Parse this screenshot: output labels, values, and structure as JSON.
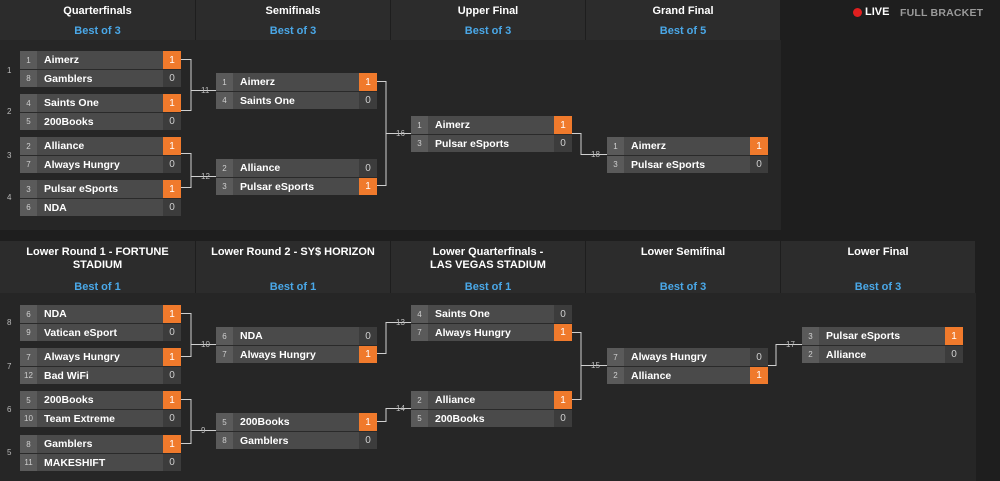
{
  "header_controls": {
    "live_label": "LIVE",
    "full_bracket_label": "FULL BRACKET"
  },
  "upper_rounds": [
    {
      "title": "Quarterfinals",
      "best_of": "Best of 3"
    },
    {
      "title": "Semifinals",
      "best_of": "Best of 3"
    },
    {
      "title": "Upper Final",
      "best_of": "Best of 3"
    },
    {
      "title": "Grand Final",
      "best_of": "Best of 5"
    }
  ],
  "lower_rounds": [
    {
      "title": "Lower Round 1 - FORTUNE STADIUM",
      "best_of": "Best of 1"
    },
    {
      "title": "Lower Round 2 - SY$ HORIZON",
      "best_of": "Best of 1"
    },
    {
      "title": "Lower Quarterfinals - LAS VEGAS STADIUM",
      "best_of": "Best of 1"
    },
    {
      "title": "Lower Semifinal",
      "best_of": "Best of 3"
    },
    {
      "title": "Lower Final",
      "best_of": "Best of 3"
    }
  ],
  "matches": [
    {
      "id": "1",
      "teams": [
        {
          "seed": "1",
          "name": "Aimerz",
          "score": "1",
          "win": true
        },
        {
          "seed": "8",
          "name": "Gamblers",
          "score": "0",
          "win": false
        }
      ]
    },
    {
      "id": "2",
      "teams": [
        {
          "seed": "4",
          "name": "Saints One",
          "score": "1",
          "win": true
        },
        {
          "seed": "5",
          "name": "200Books",
          "score": "0",
          "win": false
        }
      ]
    },
    {
      "id": "3",
      "teams": [
        {
          "seed": "2",
          "name": "Alliance",
          "score": "1",
          "win": true
        },
        {
          "seed": "7",
          "name": "Always Hungry",
          "score": "0",
          "win": false
        }
      ]
    },
    {
      "id": "4",
      "teams": [
        {
          "seed": "3",
          "name": "Pulsar eSports",
          "score": "1",
          "win": true
        },
        {
          "seed": "6",
          "name": "NDA",
          "score": "0",
          "win": false
        }
      ]
    },
    {
      "id": "11",
      "teams": [
        {
          "seed": "1",
          "name": "Aimerz",
          "score": "1",
          "win": true
        },
        {
          "seed": "4",
          "name": "Saints One",
          "score": "0",
          "win": false
        }
      ]
    },
    {
      "id": "12",
      "teams": [
        {
          "seed": "2",
          "name": "Alliance",
          "score": "0",
          "win": false
        },
        {
          "seed": "3",
          "name": "Pulsar eSports",
          "score": "1",
          "win": true
        }
      ]
    },
    {
      "id": "16",
      "teams": [
        {
          "seed": "1",
          "name": "Aimerz",
          "score": "1",
          "win": true
        },
        {
          "seed": "3",
          "name": "Pulsar eSports",
          "score": "0",
          "win": false
        }
      ]
    },
    {
      "id": "18",
      "teams": [
        {
          "seed": "1",
          "name": "Aimerz",
          "score": "1",
          "win": true
        },
        {
          "seed": "3",
          "name": "Pulsar eSports",
          "score": "0",
          "win": false
        }
      ]
    },
    {
      "id": "8",
      "teams": [
        {
          "seed": "6",
          "name": "NDA",
          "score": "1",
          "win": true
        },
        {
          "seed": "9",
          "name": "Vatican eSport",
          "score": "0",
          "win": false
        }
      ]
    },
    {
      "id": "7",
      "teams": [
        {
          "seed": "7",
          "name": "Always Hungry",
          "score": "1",
          "win": true
        },
        {
          "seed": "12",
          "name": "Bad WiFi",
          "score": "0",
          "win": false
        }
      ]
    },
    {
      "id": "6",
      "teams": [
        {
          "seed": "5",
          "name": "200Books",
          "score": "1",
          "win": true
        },
        {
          "seed": "10",
          "name": "Team Extreme",
          "score": "0",
          "win": false
        }
      ]
    },
    {
      "id": "5",
      "teams": [
        {
          "seed": "8",
          "name": "Gamblers",
          "score": "1",
          "win": true
        },
        {
          "seed": "11",
          "name": "MAKESHIFT",
          "score": "0",
          "win": false
        }
      ]
    },
    {
      "id": "10",
      "teams": [
        {
          "seed": "6",
          "name": "NDA",
          "score": "0",
          "win": false
        },
        {
          "seed": "7",
          "name": "Always Hungry",
          "score": "1",
          "win": true
        }
      ]
    },
    {
      "id": "9",
      "teams": [
        {
          "seed": "5",
          "name": "200Books",
          "score": "1",
          "win": true
        },
        {
          "seed": "8",
          "name": "Gamblers",
          "score": "0",
          "win": false
        }
      ]
    },
    {
      "id": "13",
      "teams": [
        {
          "seed": "4",
          "name": "Saints One",
          "score": "0",
          "win": false
        },
        {
          "seed": "7",
          "name": "Always Hungry",
          "score": "1",
          "win": true
        }
      ]
    },
    {
      "id": "14",
      "teams": [
        {
          "seed": "2",
          "name": "Alliance",
          "score": "1",
          "win": true
        },
        {
          "seed": "5",
          "name": "200Books",
          "score": "0",
          "win": false
        }
      ]
    },
    {
      "id": "15",
      "teams": [
        {
          "seed": "7",
          "name": "Always Hungry",
          "score": "0",
          "win": false
        },
        {
          "seed": "2",
          "name": "Alliance",
          "score": "1",
          "win": true
        }
      ]
    },
    {
      "id": "17",
      "teams": [
        {
          "seed": "3",
          "name": "Pulsar eSports",
          "score": "1",
          "win": true
        },
        {
          "seed": "2",
          "name": "Alliance",
          "score": "0",
          "win": false
        }
      ]
    }
  ],
  "colors": {
    "win": "#f07a2c",
    "best_of": "#4aa8e8",
    "live_dot": "#e01f1f",
    "connector": "#d0d0d0"
  }
}
